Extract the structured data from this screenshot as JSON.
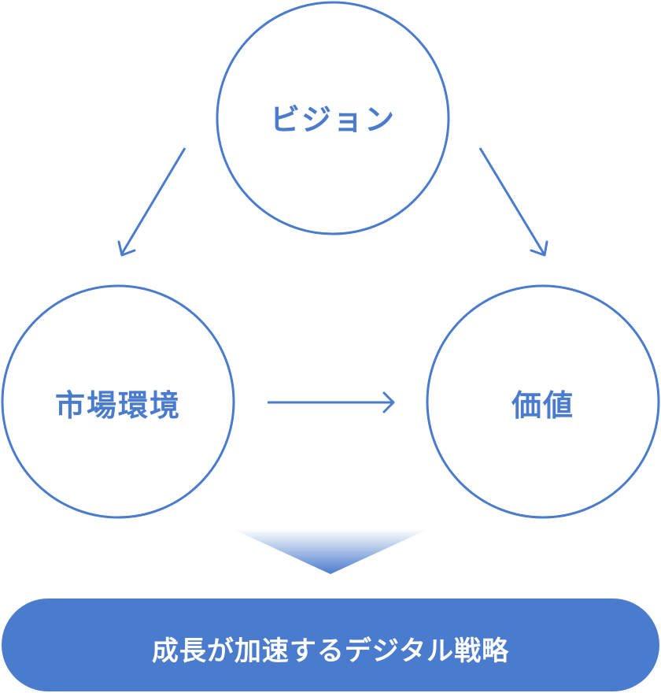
{
  "colors": {
    "primary": "#4a7bcd",
    "banner": "#4a7bcd",
    "arrow_gradient_top": "#ffffff",
    "arrow_gradient_bottom": "#4a7bcd",
    "background": "#ffffff"
  },
  "nodes": {
    "vision": {
      "label": "ビジョン"
    },
    "market": {
      "label": "市場環境"
    },
    "value": {
      "label": "価値"
    }
  },
  "edges": [
    {
      "from": "vision",
      "to": "market"
    },
    {
      "from": "vision",
      "to": "value"
    },
    {
      "from": "market",
      "to": "value"
    }
  ],
  "result": {
    "label": "成長が加速するデジタル戦略"
  }
}
